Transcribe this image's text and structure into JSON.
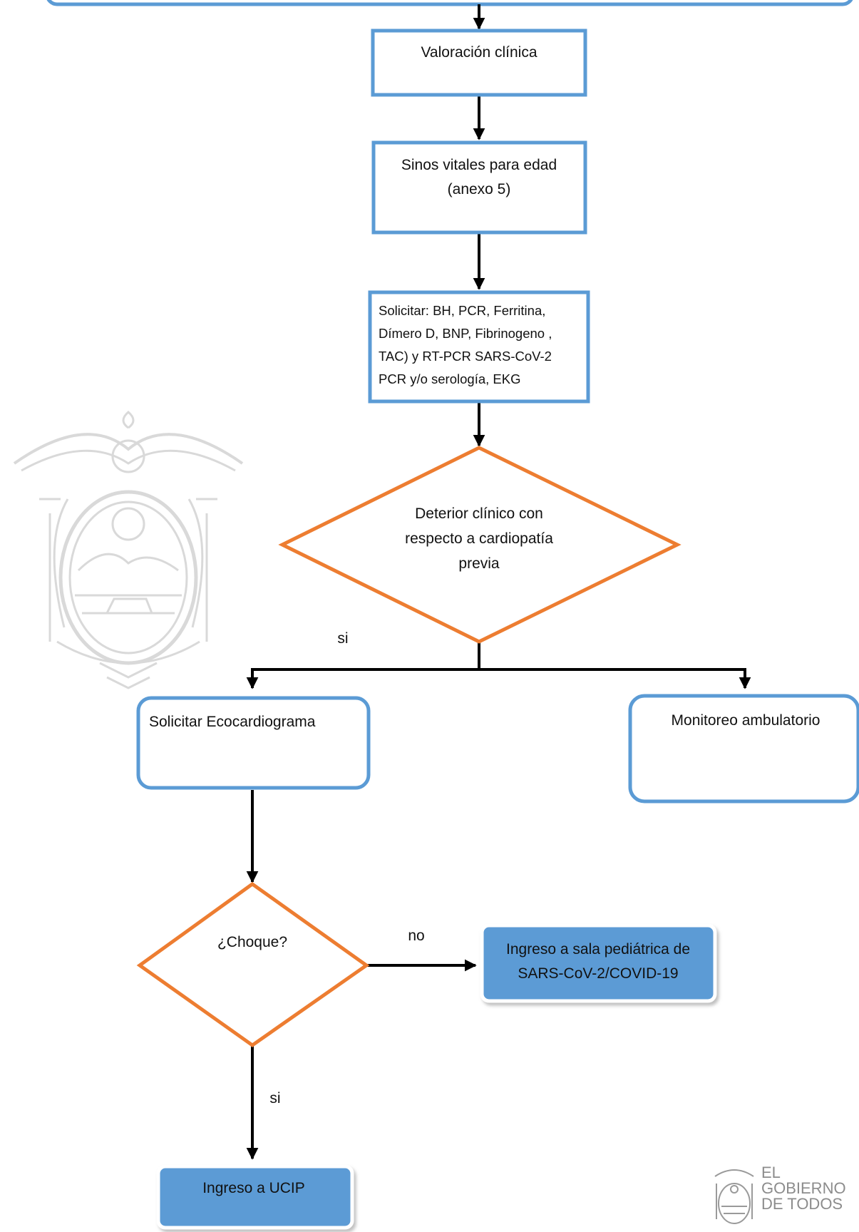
{
  "colors": {
    "box_border": "#5b9bd5",
    "filled_box": "#5b9bd5",
    "decision_border": "#ed7d31",
    "arrow": "#000000",
    "seal": "#d6d6d6"
  },
  "nodes": {
    "valoracion": {
      "lines": [
        "Valoración clínica"
      ]
    },
    "signos": {
      "lines": [
        "Sinos vitales para edad",
        "(anexo 5)"
      ]
    },
    "solicitar": {
      "lines": [
        "Solicitar: BH, PCR, Ferritina,",
        "Dímero D, BNP, Fibrinogeno ,",
        "TAC) y RT-PCR SARS-CoV-2",
        "PCR y/o serología, EKG"
      ]
    },
    "deterioro": {
      "lines": [
        "Deterior clínico con",
        "respecto a cardiopatía",
        "previa"
      ]
    },
    "ecocardiograma": {
      "lines": [
        "Solicitar Ecocardiograma"
      ]
    },
    "monitoreo": {
      "lines": [
        "Monitoreo ambulatorio"
      ]
    },
    "choque": {
      "lines": [
        "¿Choque?"
      ]
    },
    "sala": {
      "lines": [
        "Ingreso a sala pediátrica de",
        "SARS-CoV-2/COVID-19"
      ]
    },
    "ucip": {
      "lines": [
        "Ingreso a UCIP"
      ]
    }
  },
  "edge_labels": {
    "si_deterioro": "si",
    "no_choque": "no",
    "si_choque": "si"
  },
  "logo": {
    "line1": "EL",
    "line2": "GOBIERNO",
    "line3": "DE TODOS"
  }
}
